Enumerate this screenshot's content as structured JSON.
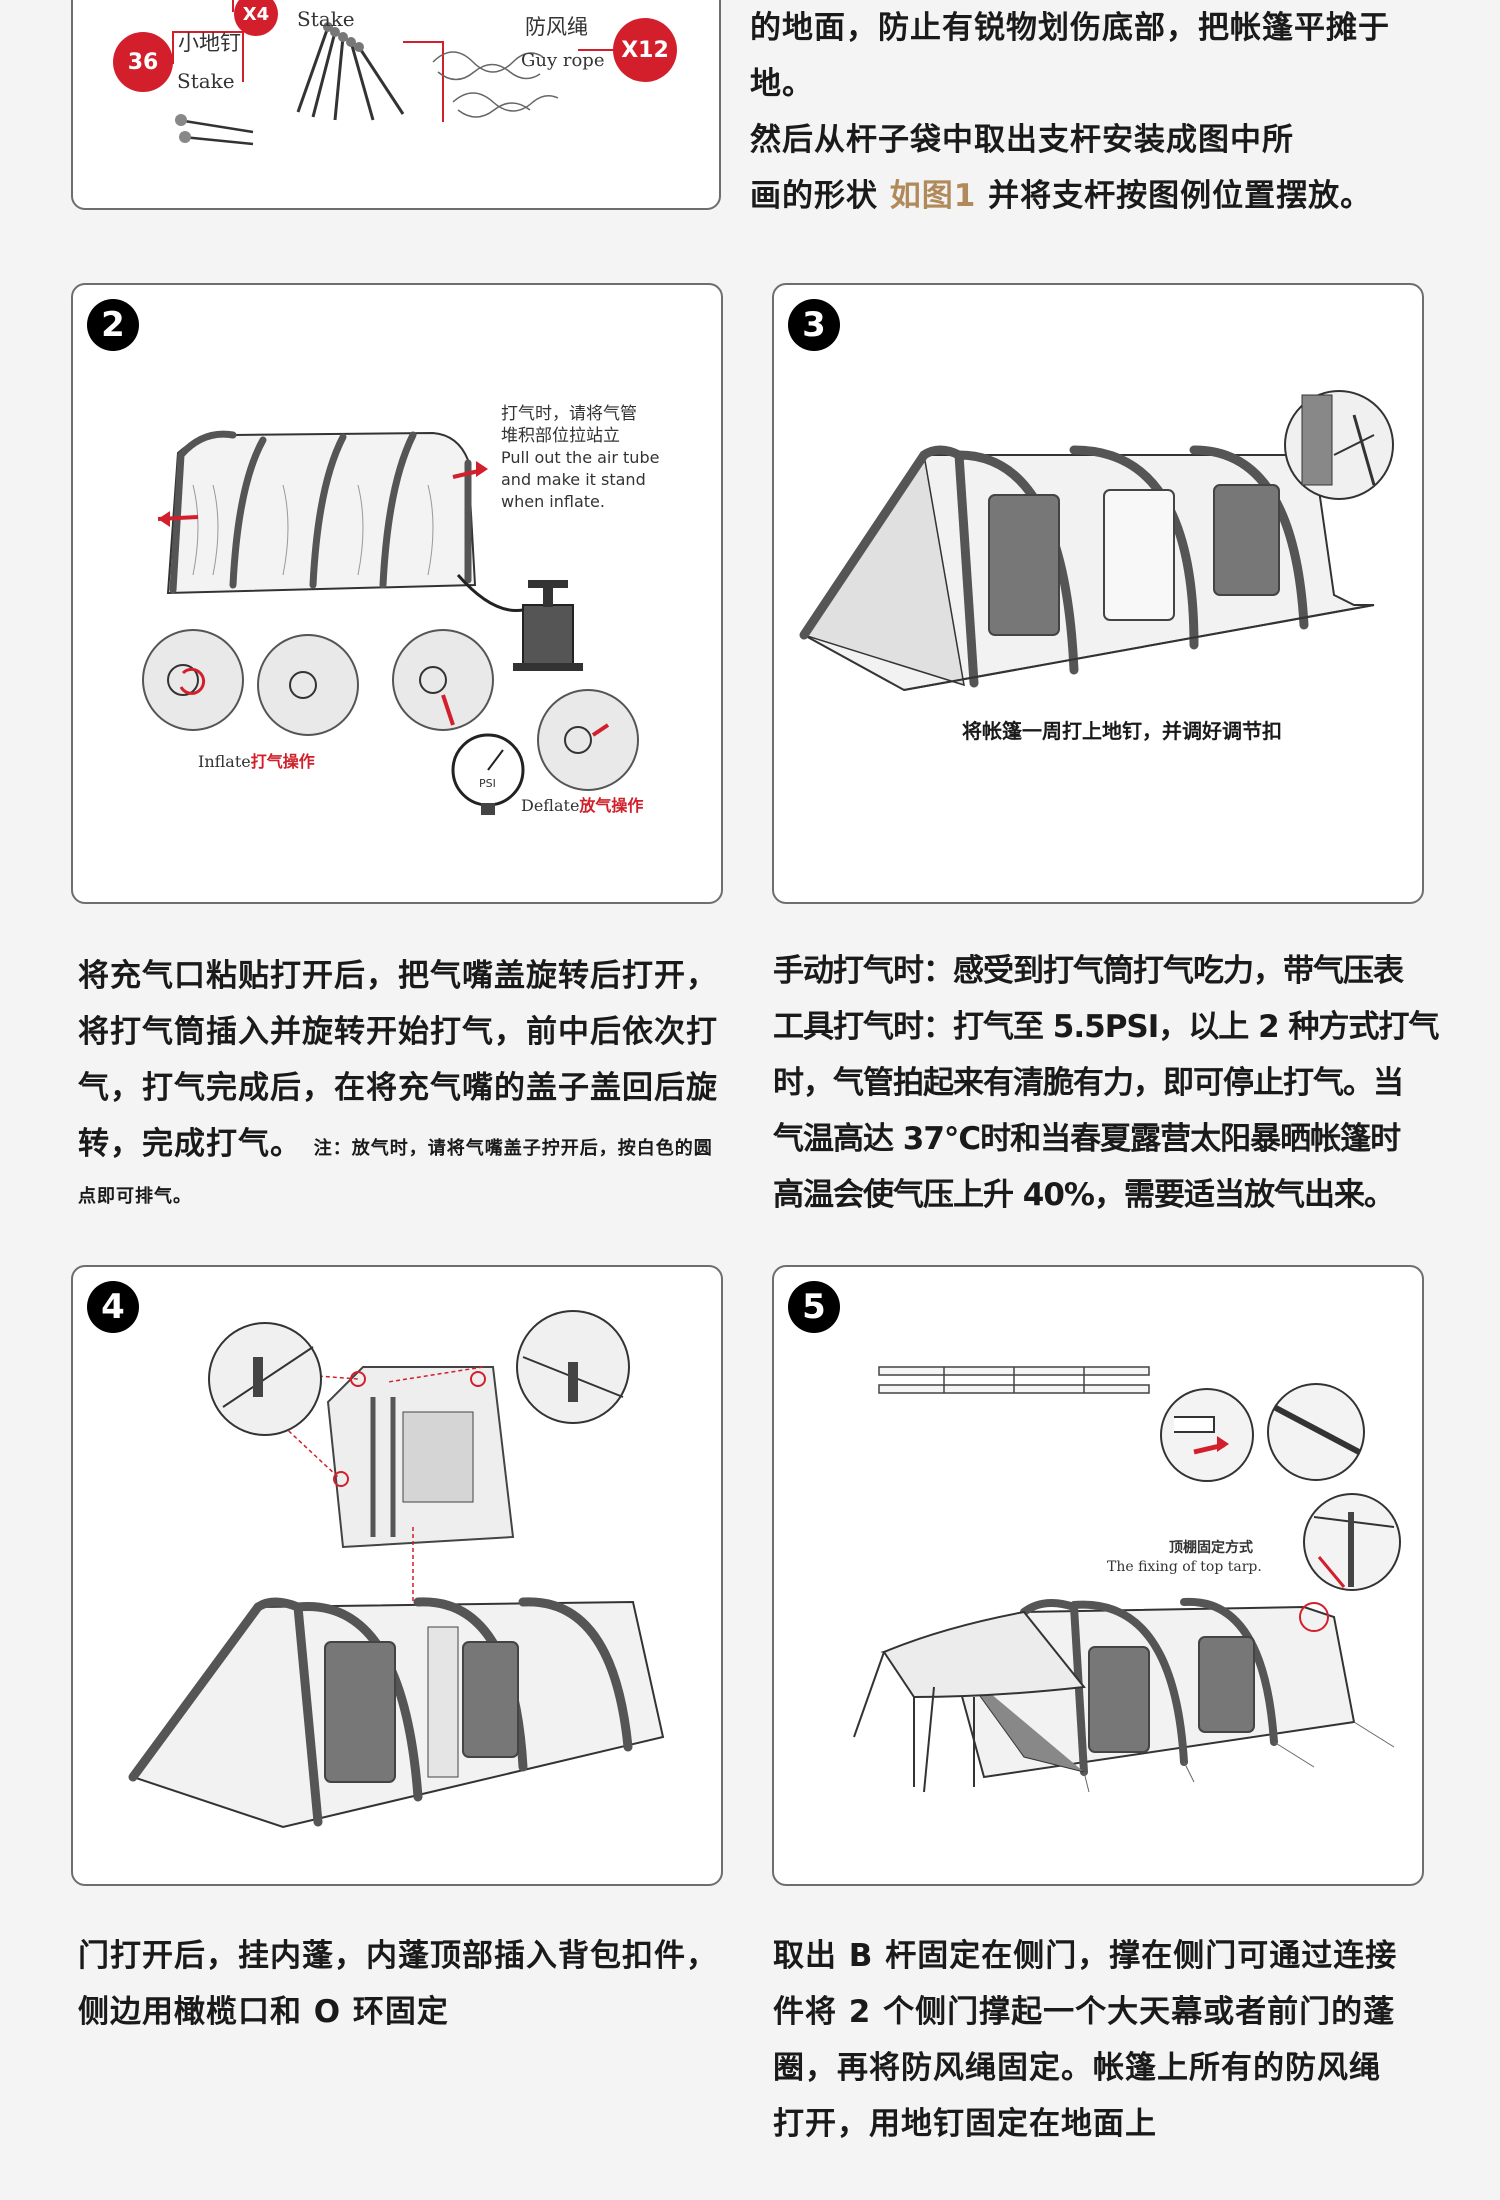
{
  "step1": {
    "badge_x4": "X4",
    "stake_top": "Stake",
    "label_small_stake": "小地钉",
    "badge_36": "36",
    "stake_bottom": "Stake",
    "label_windrope": "防风绳",
    "label_guyrope": "Guy rope",
    "badge_x12": "X12",
    "text_line1": "的地面，防止有锐物划伤底部，把帐篷平摊于",
    "text_line2": "地。",
    "text_line3": "然后从杆子袋中取出支杆安装成图中所",
    "text_line4a": "画的形状",
    "text_line4b": "如图1",
    "text_line4c": "并将支杆按图例位置摆放。"
  },
  "step2": {
    "number": "2",
    "cn_note_line1": "打气时，请将气管",
    "cn_note_line2": "堆积部位拉站立",
    "en_note_line1": "Pull out the air tube",
    "en_note_line2": "and make it stand",
    "en_note_line3": "when inflate.",
    "inflate_en": "Inflate",
    "inflate_cn": "打气操作",
    "deflate_en": "Deflate",
    "deflate_cn": "放气操作",
    "gauge_unit": "PSI",
    "desc_line1": "将充气口粘贴打开后，把气嘴盖旋转后打开，",
    "desc_line2": "将打气筒插入并旋转开始打气，前中后依次打",
    "desc_line3": "气，打气完成后，在将充气嘴的盖子盖回后旋",
    "desc_line4": "转，完成打气。",
    "note_line1": "注：放气时，请将气嘴盖子拧开后，按白色的圆",
    "note_line2": "点即可排气。"
  },
  "step3": {
    "number": "3",
    "caption": "将帐篷一周打上地钉，并调好调节扣",
    "desc_line1": "手动打气时：感受到打气筒打气吃力，带气压表",
    "desc_line2": "工具打气时：打气至 5.5PSI，以上 2 种方式打气",
    "desc_line3": "时，气管拍起来有清脆有力，即可停止打气。当",
    "desc_line4": "气温高达 37°C时和当春夏露营太阳暴晒帐篷时",
    "desc_line5": "高温会使气压上升 40%，需要适当放气出来。"
  },
  "step4": {
    "number": "4",
    "desc_line1": "门打开后，挂内蓬，内蓬顶部插入背包扣件，",
    "desc_line2": "侧边用橄榄口和 O 环固定"
  },
  "step5": {
    "number": "5",
    "caption_cn": "顶棚固定方式",
    "caption_en": "The fixing of top tarp.",
    "desc_line1": "取出 B 杆固定在侧门，撑在侧门可通过连接",
    "desc_line2": "件将 2 个侧门撑起一个大天幕或者前门的蓬",
    "desc_line3": "圈，再将防风绳固定。帐篷上所有的防风绳",
    "desc_line4": "打开，用地钉固定在地面上"
  }
}
